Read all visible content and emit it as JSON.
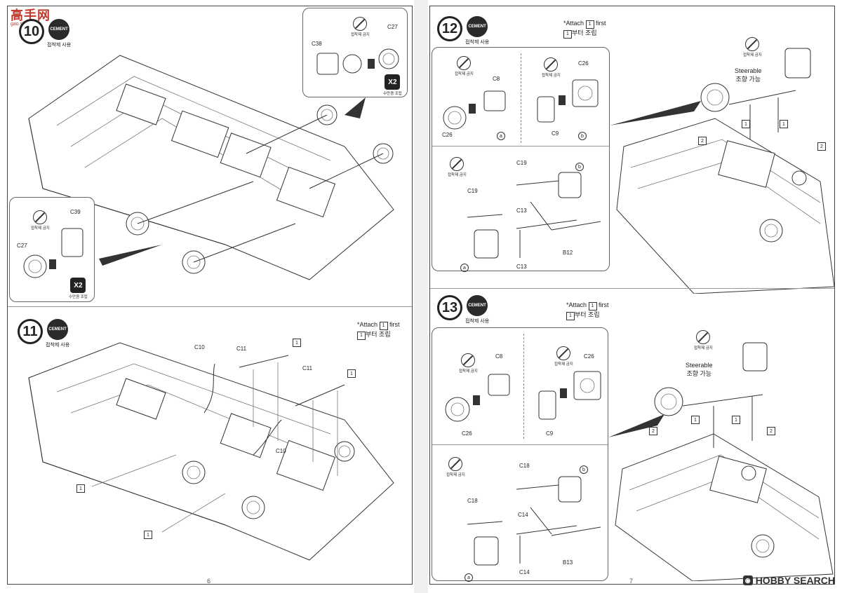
{
  "watermark": {
    "name": "高手网",
    "url": "gao.shou.com"
  },
  "footer": {
    "brand": "HOBBY SEARCH",
    "left_page": "6",
    "right_page": "7"
  },
  "step10": {
    "number": "10",
    "cement": "CEMENT",
    "cement_caption": "접착제 사용",
    "inset_top": {
      "no_cement": "접착제 금지",
      "labels": [
        "C38",
        "C27"
      ],
      "multiplier": "X2",
      "multiplier_caption": "수만큼 조립"
    },
    "inset_left": {
      "no_cement": "접착제 금지",
      "labels": [
        "C39",
        "C27"
      ],
      "multiplier": "X2",
      "multiplier_caption": "수만큼 조립"
    }
  },
  "step11": {
    "number": "11",
    "cement": "CEMENT",
    "cement_caption": "접착제 사용",
    "note_line1": "*Attach ",
    "note_line1_tag": "1",
    "note_line1_end": " first",
    "note_line2_tag": "1",
    "note_line2": "부터 조립",
    "labels": [
      "C10",
      "C11",
      "C11",
      "C10"
    ],
    "tags": [
      "1",
      "1",
      "1",
      "1"
    ]
  },
  "step12": {
    "number": "12",
    "cement": "CEMENT",
    "cement_caption": "접착제 사용",
    "note_line1": "*Attach ",
    "note_line1_tag": "1",
    "note_line1_end": " first",
    "note_line2_tag": "1",
    "note_line2": "부터 조립",
    "no_cement": "접착제 금지",
    "sub_a_labels": [
      "C8",
      "C26"
    ],
    "sub_b_labels": [
      "C26",
      "C9"
    ],
    "circle_a": "a",
    "circle_b": "b",
    "lower_labels": [
      "C19",
      "C19",
      "C13",
      "B12",
      "C13"
    ],
    "steerable": "Steerable",
    "steerable_kr": "조향 가능",
    "tags": [
      "1",
      "1",
      "2",
      "2"
    ]
  },
  "step13": {
    "number": "13",
    "cement": "CEMENT",
    "cement_caption": "접착제 사용",
    "note_line1": "*Attach ",
    "note_line1_tag": "1",
    "note_line1_end": " first",
    "note_line2_tag": "1",
    "note_line2": "부터 조립",
    "no_cement": "접착제 금지",
    "sub_a_labels": [
      "C8",
      "C26"
    ],
    "sub_b_labels": [
      "C26",
      "C9"
    ],
    "circle_a": "a",
    "circle_b": "b",
    "lower_labels": [
      "C18",
      "C18",
      "C14",
      "B13",
      "C14"
    ],
    "steerable": "Steerable",
    "steerable_kr": "조향 가능",
    "tags": [
      "1",
      "1",
      "2",
      "2"
    ]
  }
}
